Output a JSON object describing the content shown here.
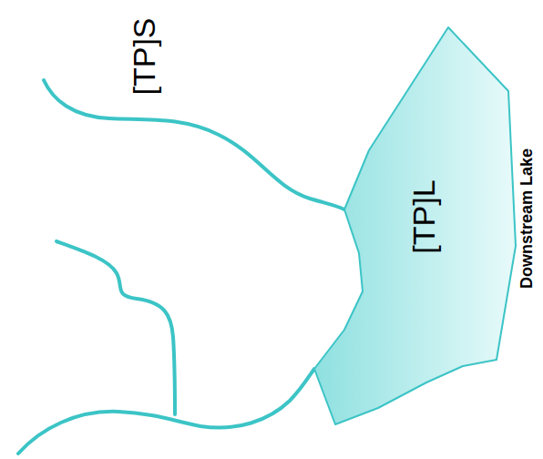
{
  "diagram": {
    "nodes": [
      {
        "text": [
          "[TP]L",
          "Downstream Lake"
        ]
      }
    ],
    "labels": [
      "[TP]S"
    ]
  }
}
